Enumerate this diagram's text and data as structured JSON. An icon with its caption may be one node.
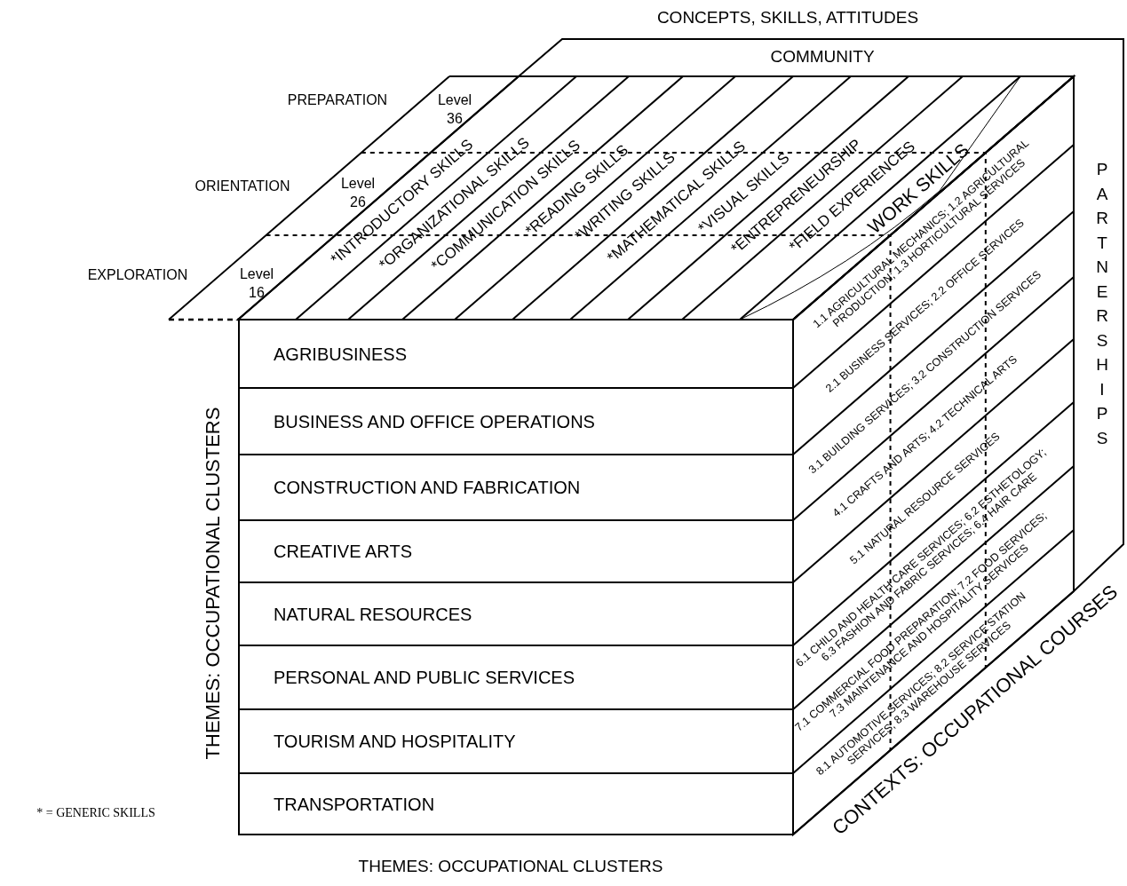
{
  "diagram": {
    "nodes": [
      {
        "text": [
          "*INTRODUCTORY SKILLS"
        ]
      },
      {
        "text": [
          "*ORGANIZATIONAL SKILLS"
        ]
      },
      {
        "text": [
          "*COMMUNICATION SKILLS"
        ]
      },
      {
        "text": [
          "*READING SKILLS"
        ]
      },
      {
        "text": [
          "*WRITING SKILLS"
        ]
      },
      {
        "text": [
          "*MATHEMATICAL SKILLS"
        ]
      },
      {
        "text": [
          "*VISUAL SKILLS"
        ]
      },
      {
        "text": [
          "*ENTREPRENEURSHIP"
        ]
      },
      {
        "text": [
          "*FIELD EXPERIENCES"
        ]
      },
      {
        "text": [
          "WORK SKILLS"
        ]
      },
      {
        "text": [
          "AGRIBUSINESS"
        ]
      },
      {
        "text": [
          "BUSINESS AND OFFICE OPERATIONS"
        ]
      },
      {
        "text": [
          "CONSTRUCTION AND FABRICATION"
        ]
      },
      {
        "text": [
          "CREATIVE ARTS"
        ]
      },
      {
        "text": [
          "NATURAL RESOURCES"
        ]
      },
      {
        "text": [
          "PERSONAL AND PUBLIC SERVICES"
        ]
      },
      {
        "text": [
          "TOURISM AND HOSPITALITY"
        ]
      },
      {
        "text": [
          "TRANSPORTATION"
        ]
      },
      {
        "text": [
          "1.1 AGRICULTURAL MECHANICS; 1.2 AGRICULTURAL PRODUCTION; 1.3 HORTICULTURAL SERVICES"
        ]
      },
      {
        "text": [
          "2.1 BUSINESS SERVICES; 2.2 OFFICE SERVICES"
        ]
      },
      {
        "text": [
          "3.1 BUILDING SERVICES; 3.2 CONSTRUCTION SERVICES"
        ]
      },
      {
        "text": [
          "4.1 CRAFTS AND ARTS; 4.2 TECHNICAL ARTS"
        ]
      },
      {
        "text": [
          "5.1 NATURAL RESOURCE SERVICES"
        ]
      },
      {
        "text": [
          "6.1 CHILD AND HEALTH CARE SERVICES; 6.2 ESTHETOLOGY; 6.3 FASHION AND FABRIC SERVICES; 6.4 HAIR CARE"
        ]
      },
      {
        "text": [
          "7.1 COMMERCIAL FOOD PREPARATION; 7.2 FOOD SERVICES; 7.3 MAINTENANCE AND HOSPITALITY SERVICES"
        ]
      },
      {
        "text": [
          "8.1 AUTOMOTIVE SERVICES; 8.2 SERVICE STATION SERVICES; 8.3 WAREHOUSE SERVICES"
        ]
      }
    ],
    "labels": [
      "CONCEPTS, SKILLS, ATTITUDES",
      "COMMUNITY",
      "PREPARATION",
      "Level 36",
      "ORIENTATION",
      "Level 26",
      "PARTNERSHIPS",
      "EXPLORATION",
      "Level 16",
      "THEMES: OCCUPATIONAL CLUSTERS",
      "CONTEXTS: OCCUPATIONAL COURSES",
      "* = GENERIC SKILLS",
      "THEMES: OCCUPATIONAL CLUSTERS"
    ]
  }
}
